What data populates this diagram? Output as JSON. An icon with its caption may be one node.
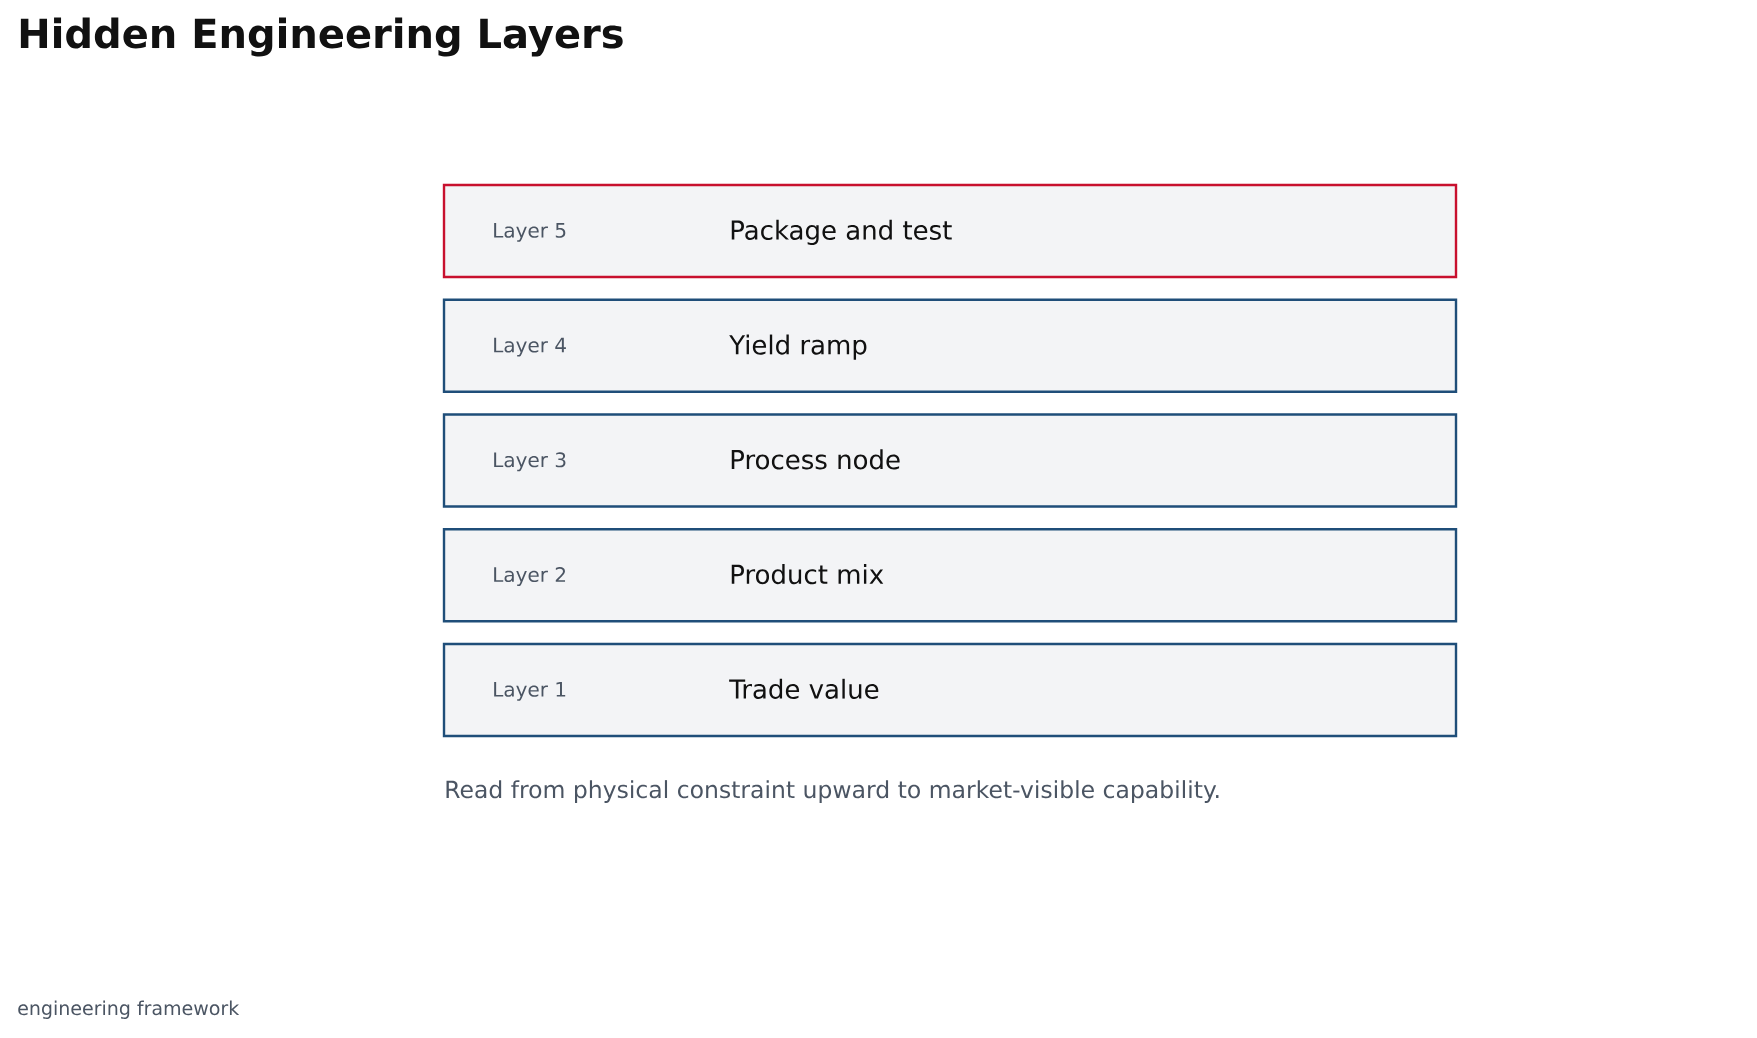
{
  "diagram": {
    "title": "Hidden Engineering Layers",
    "nodes": [
      {
        "text": [
          "Layer 5",
          "Package and test"
        ]
      },
      {
        "text": [
          "Layer 4",
          "Yield ramp"
        ]
      },
      {
        "text": [
          "Layer 3",
          "Process node"
        ]
      },
      {
        "text": [
          "Layer 2",
          "Product mix"
        ]
      },
      {
        "text": [
          "Layer 1",
          "Trade value"
        ]
      }
    ],
    "caption": "Read from physical constraint upward to market-visible capability.",
    "labels": [
      "engineering framework"
    ]
  }
}
